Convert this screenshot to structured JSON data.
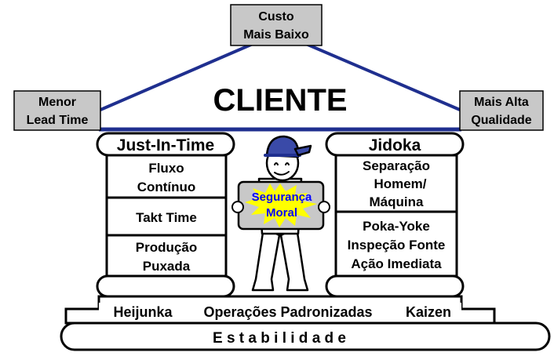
{
  "roof": {
    "title": "CLIENTE",
    "top_box": [
      "Custo",
      "Mais Baixo"
    ],
    "left_box": [
      "Menor",
      "Lead Time"
    ],
    "right_box": [
      "Mais Alta",
      "Qualidade"
    ]
  },
  "pillars": {
    "left": {
      "title": "Just-In-Time",
      "items": [
        [
          "Fluxo",
          "Contínuo"
        ],
        [
          "Takt Time"
        ],
        [
          "Produção",
          "Puxada"
        ]
      ]
    },
    "right": {
      "title": "Jidoka",
      "items": [
        [
          "Separação",
          "Homem/",
          "Máquina"
        ],
        [
          "Poka-Yoke",
          "Inspeção Fonte",
          "Ação Imediata"
        ]
      ]
    }
  },
  "center": {
    "sign": [
      "Segurança",
      "Moral"
    ]
  },
  "foundation": {
    "items": [
      "Heijunka",
      "Operações Padronizadas",
      "Kaizen"
    ],
    "base": "E s t a b i l i d a d e"
  },
  "colors": {
    "roof_line": "#1f2f8f",
    "sign_text": "#0000ff",
    "starburst": "#ffff00",
    "helmet": "#3a4aa8",
    "gray_box": "#c8c8c8"
  }
}
